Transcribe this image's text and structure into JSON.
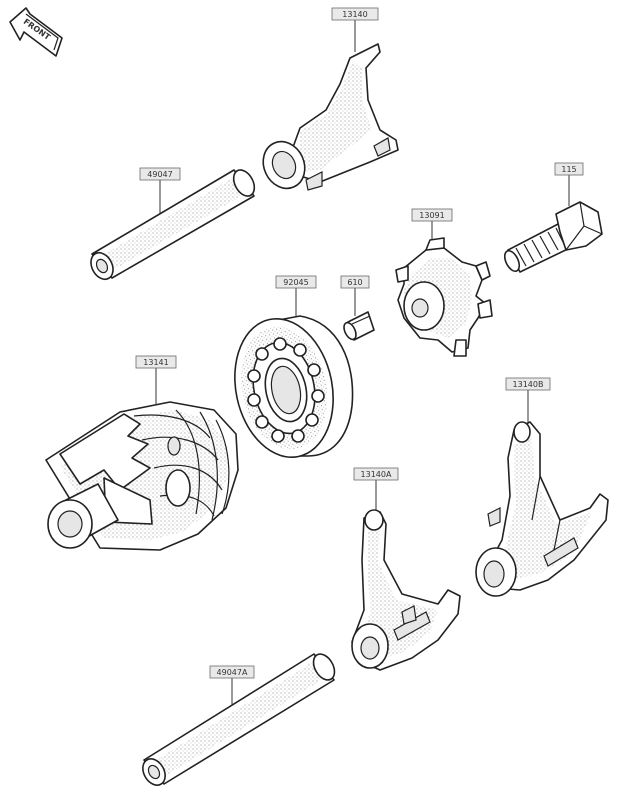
{
  "front_marker": {
    "text": "FRONT"
  },
  "parts": [
    {
      "id": "part-13140",
      "label": "13140"
    },
    {
      "id": "part-49047",
      "label": "49047"
    },
    {
      "id": "part-115",
      "label": "115"
    },
    {
      "id": "part-13091",
      "label": "13091"
    },
    {
      "id": "part-92045",
      "label": "92045"
    },
    {
      "id": "part-610",
      "label": "610"
    },
    {
      "id": "part-13141",
      "label": "13141"
    },
    {
      "id": "part-13140B",
      "label": "13140B"
    },
    {
      "id": "part-13140A",
      "label": "13140A"
    },
    {
      "id": "part-49047A",
      "label": "49047A"
    }
  ]
}
